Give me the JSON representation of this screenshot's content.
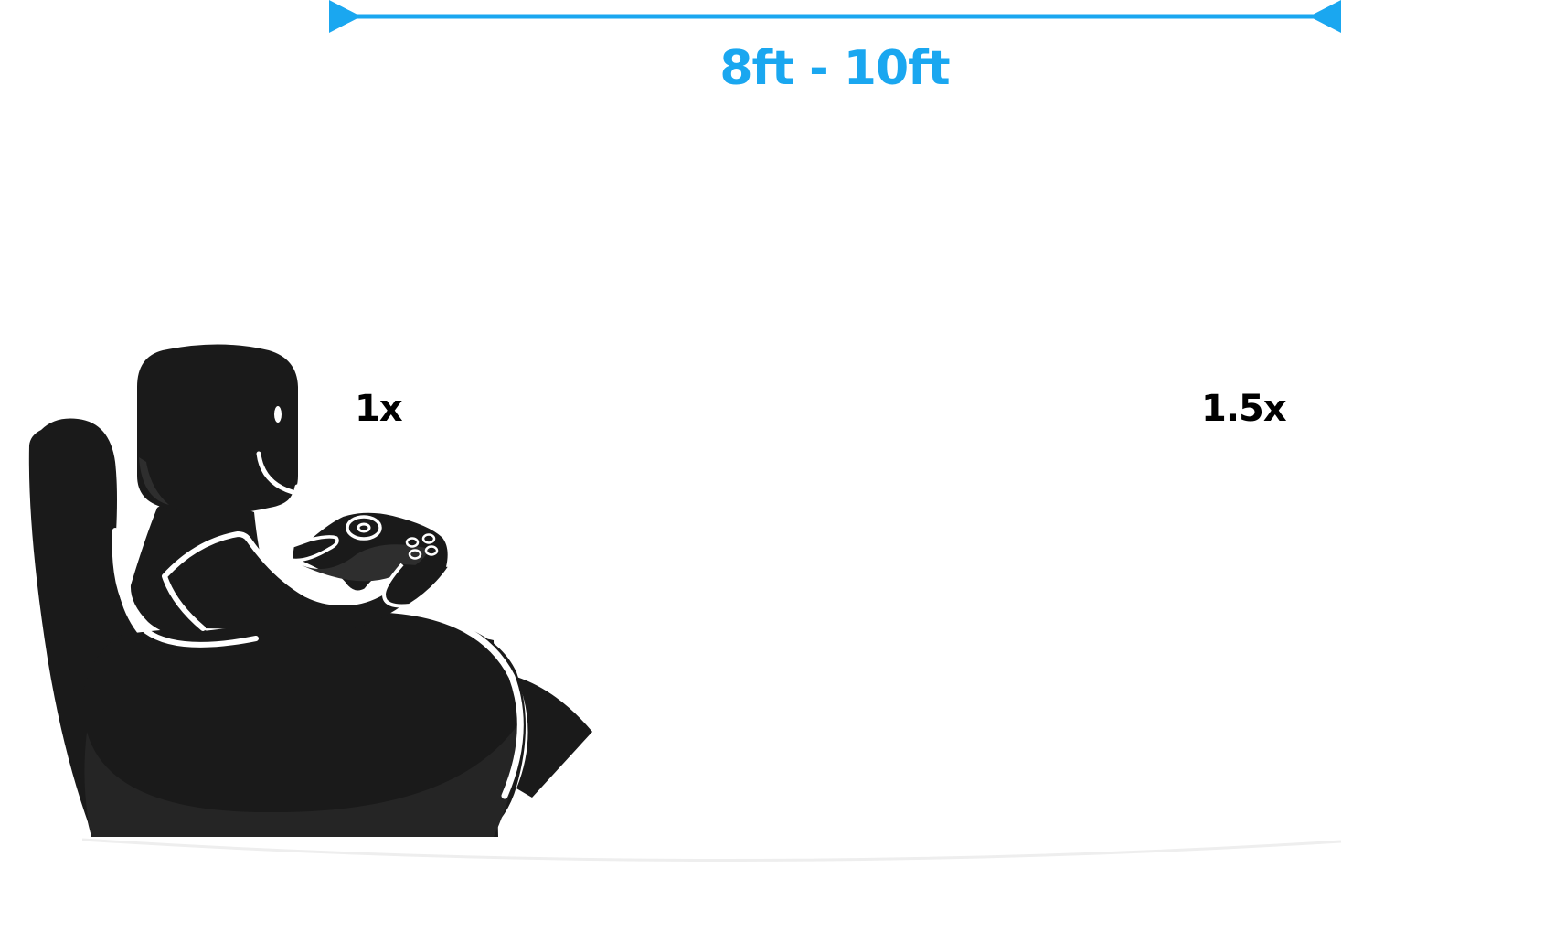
{
  "distance": {
    "label": "8ft - 10ft"
  },
  "scale": {
    "near": "1x",
    "far": "1.5x"
  },
  "colors": {
    "accent": "#1AA7F0",
    "figure": "#1A1A1A",
    "figure_shade": "#2A2A2A",
    "label": "#000000",
    "floor": "#EEEEEE",
    "background": "#FFFFFF"
  },
  "icons": {
    "person": "person-on-beanbag-icon",
    "controller": "game-controller-icon",
    "arrow_left": "arrowhead-left-icon",
    "arrow_right": "arrowhead-right-icon"
  }
}
